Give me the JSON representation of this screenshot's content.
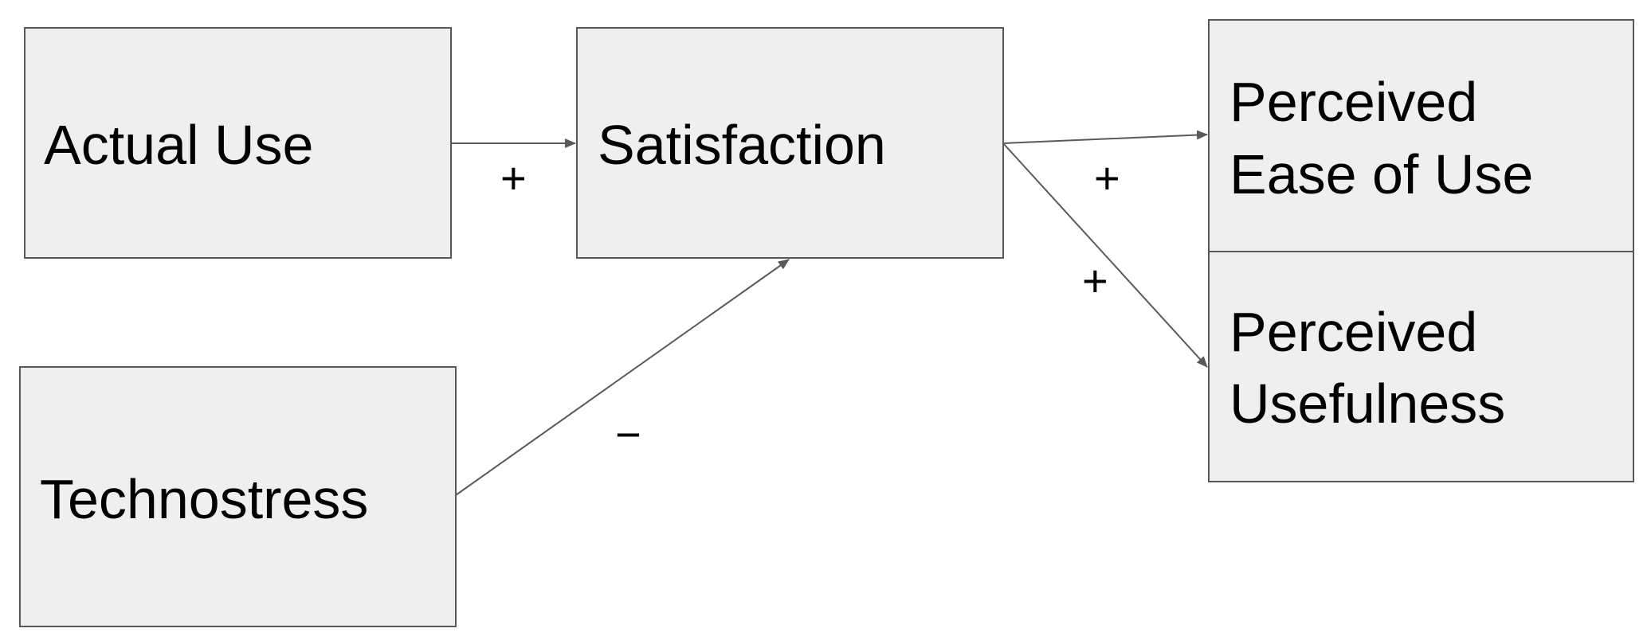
{
  "nodes": {
    "actual_use": {
      "label": "Actual Use"
    },
    "satisfaction": {
      "label": "Satisfaction"
    },
    "technostress": {
      "label": "Technostress"
    },
    "perceived_ease_of_use": {
      "line1": "Perceived",
      "line2": "Ease of Use"
    },
    "perceived_usefulness": {
      "line1": "Perceived",
      "line2": "Usefulness"
    }
  },
  "edges": [
    {
      "from": "Actual Use",
      "to": "Satisfaction",
      "sign": "+"
    },
    {
      "from": "Technostress",
      "to": "Satisfaction",
      "sign": "−"
    },
    {
      "from": "Satisfaction",
      "to": "Perceived Ease of Use",
      "sign": "+"
    },
    {
      "from": "Satisfaction",
      "to": "Perceived Usefulness",
      "sign": "+"
    }
  ],
  "colors": {
    "box_fill": "#efefef",
    "box_stroke": "#595959",
    "arrow": "#595959",
    "text": "#000000"
  }
}
